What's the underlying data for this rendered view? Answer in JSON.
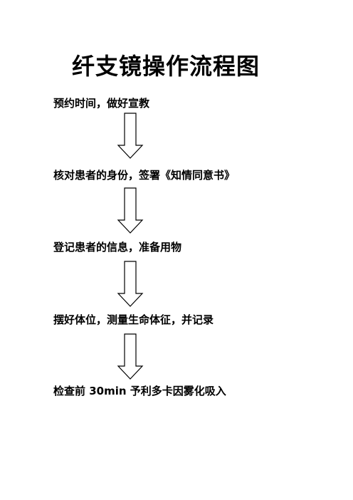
{
  "document": {
    "title": "纤支镜操作流程图",
    "steps": [
      "预约时间，做好宣教",
      "核对患者的身份，签署《知情同意书》",
      "登记患者的信息，准备用物",
      "摆好体位，测量生命体征，并记录",
      "检查前 30min 予利多卡因雾化吸入"
    ]
  }
}
